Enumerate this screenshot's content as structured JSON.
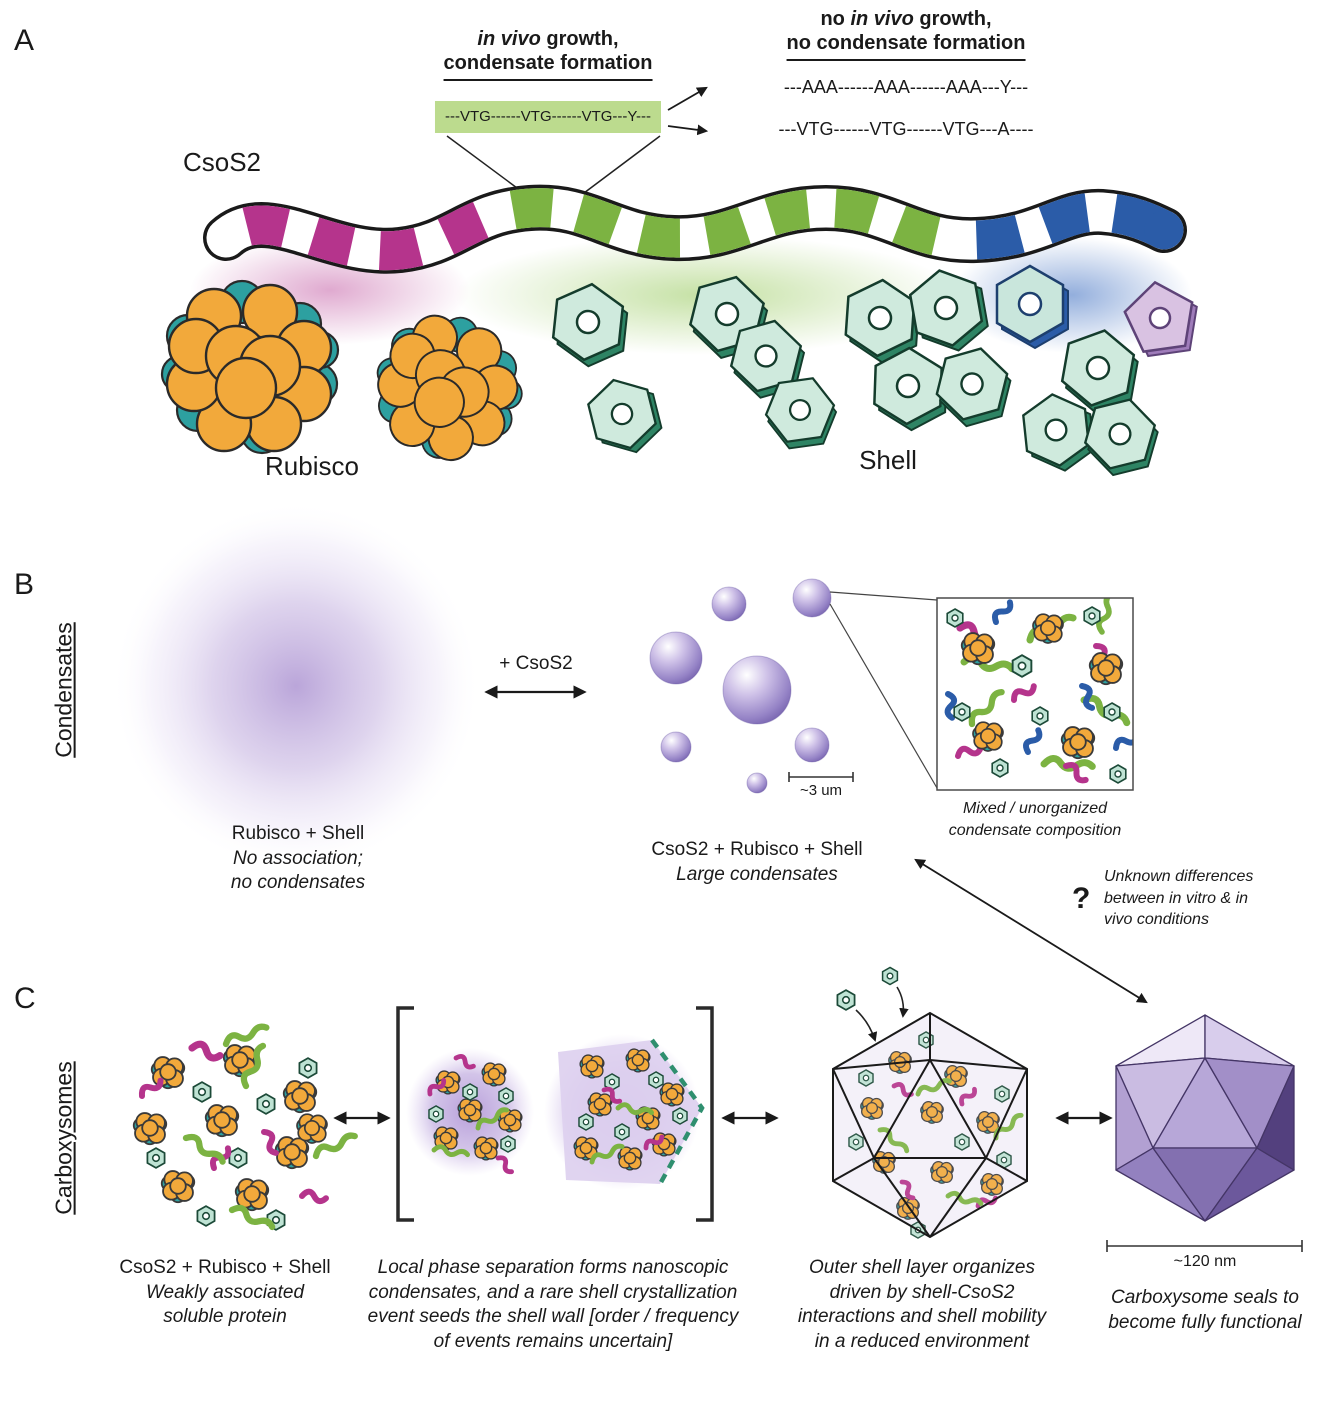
{
  "a": {
    "panel_label": "A",
    "protein": "CsoS2",
    "rubisco": "Rubisco",
    "shell": "Shell",
    "h1": {
      "italic": "in vivo",
      "rest": " growth,",
      "line2": "condensate formation"
    },
    "box_seq": "---VTG------VTG------VTG---Y---",
    "h2": {
      "pre": "no ",
      "italic": "in vivo",
      "rest": " growth,",
      "line2": "no condensate formation"
    },
    "seq_aaa": "---AAA------AAA------AAA---Y---",
    "seq_vtg_a": "---VTG------VTG------VTG---A----"
  },
  "b": {
    "panel_label": "B",
    "side_label": "Condensates",
    "left_caption": {
      "line1": "Rubisco + Shell",
      "line2": "No association;",
      "line3": "no condensates"
    },
    "arrow_label": "+ CsoS2",
    "mid_caption": {
      "line1": "CsoS2 + Rubisco + Shell",
      "line2": "Large condensates"
    },
    "scale_label": "~3 um",
    "inset_caption": {
      "line1": "Mixed / unorganized",
      "line2": "condensate composition"
    },
    "question_mark": "?",
    "unknown": {
      "line1": "Unknown differences",
      "line2": "between in vitro & in",
      "line3": "vivo conditions"
    }
  },
  "c": {
    "panel_label": "C",
    "side_label": "Carboxysomes",
    "step1": {
      "line1": "CsoS2 + Rubisco + Shell",
      "line2": "Weakly associated",
      "line3": "soluble protein"
    },
    "step2": {
      "line1": "Local phase separation forms nanoscopic",
      "line2": "condensates, and a rare shell crystallization",
      "line3": "event seeds the shell wall [order / frequency",
      "line4": "of events remains uncertain]"
    },
    "step3": {
      "line1": "Outer shell layer organizes",
      "line2": "driven by shell-CsoS2",
      "line3": "interactions and shell mobility",
      "line4": "in a reduced environment"
    },
    "step4": {
      "line1": "Carboxysome seals to",
      "line2": "become fully functional"
    },
    "scale_label": "~120 nm"
  },
  "colors": {
    "magenta": "#b5348c",
    "green": "#7cb342",
    "green_highlight": "#bcdb8e",
    "blue": "#2b5ca8",
    "orange": "#f2a93b",
    "teal": "#2da0a0",
    "shell_fill": "#cfeadd",
    "shell_edge": "#2e8464",
    "condensate_purple": "#6b57a5",
    "icosahedron_light": "#eee8f7",
    "icosahedron_dark": "#53407e",
    "pentagon_fill": "#d9c2e2",
    "text": "#1a1a1a"
  }
}
